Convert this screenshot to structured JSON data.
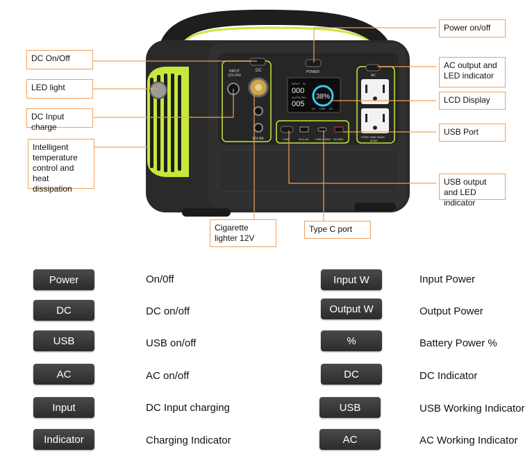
{
  "callouts": {
    "power_on_off": "Power on/off",
    "dc_on_off": "DC On/Off",
    "ac_output_led": "AC output and LED indicator",
    "led_light": "LED light",
    "lcd_display": "LCD Display",
    "dc_input_charge": "DC Input charge",
    "usb_port": "USB Port",
    "intelligent_temp": "Intelligent temperature control and heat dissipation",
    "usb_output_led": "USB output and LED indicator",
    "cigarette_lighter": "Cigarette lighter 12V",
    "type_c_port": "Type C port"
  },
  "device_labels": {
    "input": "INPUT",
    "input_range": "12V-24V",
    "dc": "DC",
    "dc_out": "12V-8A",
    "power": "POWER",
    "ac": "AC",
    "usb": "USB",
    "usb_5v": "5V-2.4A",
    "usb_c": "USB-C 60W",
    "qc": "QC18W",
    "pure_sine": "PURE SINE WAVE",
    "pure_sine_watt": "500W",
    "lcd_input": "INPUT",
    "lcd_input_value": "000",
    "lcd_output": "OUTPUT",
    "lcd_output_value": "005",
    "lcd_w": "W",
    "lcd_percent": "38%",
    "lcd_dc": "DC",
    "lcd_usb": "USB",
    "lcd_ac": "AC"
  },
  "legend": {
    "left": [
      {
        "button": "Power",
        "desc": "On/0ff"
      },
      {
        "button": "DC",
        "desc": "DC on/off"
      },
      {
        "button": "USB",
        "desc": "USB on/off"
      },
      {
        "button": "AC",
        "desc": "AC on/off"
      },
      {
        "button": "Input",
        "desc": "DC Input charging"
      },
      {
        "button": "Indicator",
        "desc": "Charging Indicator"
      }
    ],
    "right": [
      {
        "button": "Input W",
        "desc": "Input Power"
      },
      {
        "button": "Output W",
        "desc": "Output Power"
      },
      {
        "button": "%",
        "desc": "Battery Power %"
      },
      {
        "button": "DC",
        "desc": "DC Indicator"
      },
      {
        "button": "USB",
        "desc": "USB Working Indicator"
      },
      {
        "button": "AC",
        "desc": "AC Working Indicator"
      }
    ]
  },
  "colors": {
    "accent_green": "#c6e83a",
    "body": "#262626",
    "callout_border": "#f0a05a",
    "leader_line": "#f0a05a",
    "lcd_cyan": "#3ec7f0"
  }
}
